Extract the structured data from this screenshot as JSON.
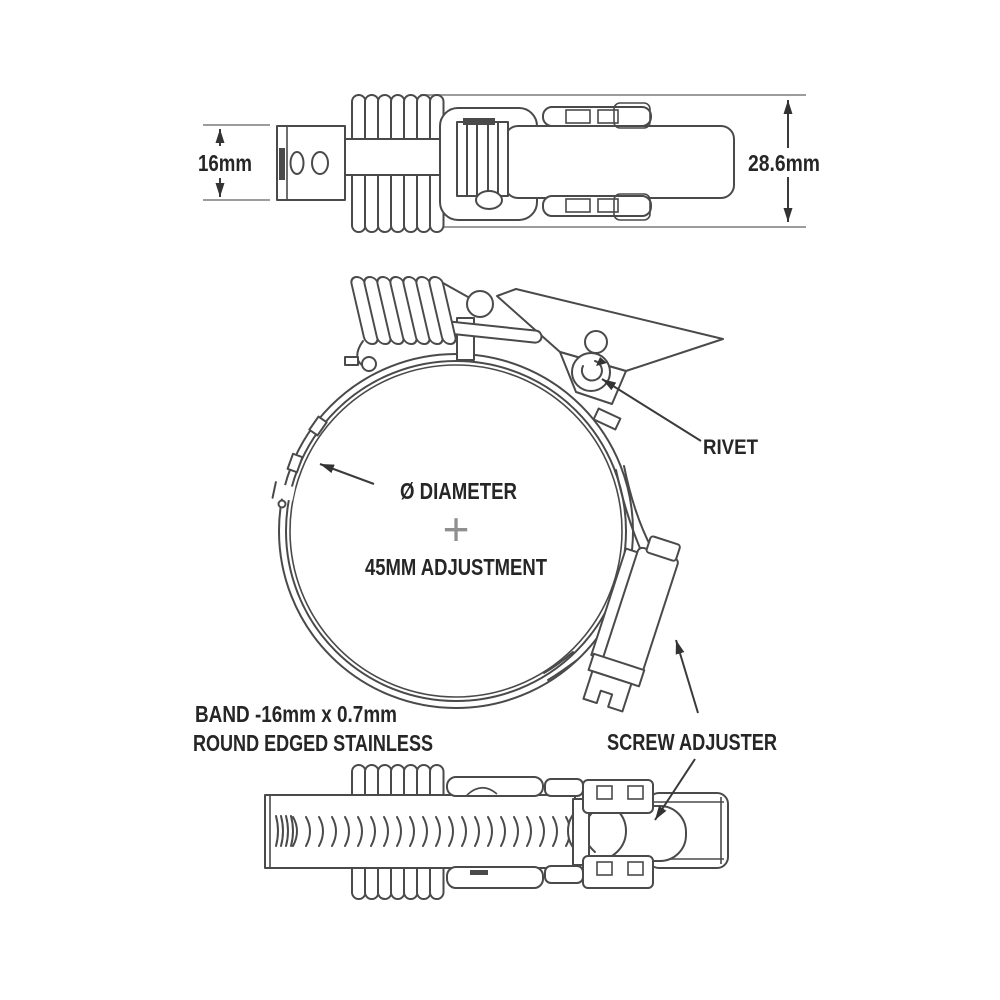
{
  "diagram": {
    "type": "hose-clamp-technical-drawing",
    "colors": {
      "background": "#ffffff",
      "line": "#4a4a4a",
      "text": "#262626",
      "extension_line": "#9c9c9c",
      "dimension_line": "#3a3a3a",
      "center_mark": "#8f8f8f"
    },
    "views": {
      "side_top": {
        "band_width_label": "16mm",
        "overall_width_label": "28.6mm"
      },
      "front": {
        "diameter_label": "Ø DIAMETER",
        "center_mark": "+",
        "adjustment_label": "45MM ADJUSTMENT",
        "rivet_label": "RIVET"
      },
      "side_bottom": {
        "band_spec_line1": "BAND -16mm x 0.7mm",
        "band_spec_line2": "ROUND EDGED STAINLESS",
        "screw_adjuster_label": "SCREW ADJUSTER"
      }
    }
  }
}
